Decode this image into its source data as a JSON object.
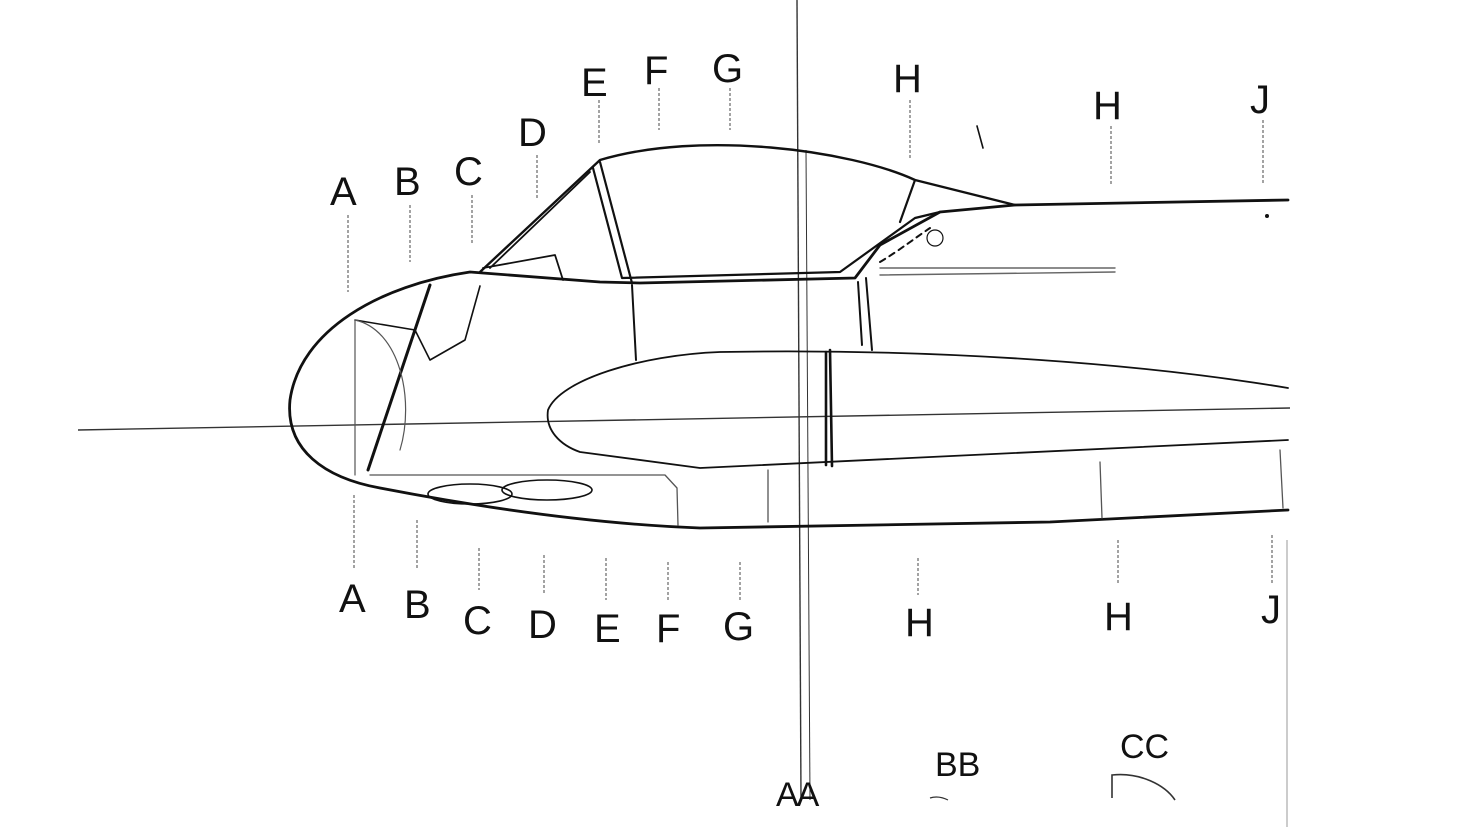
{
  "colors": {
    "ink": "#111111",
    "paper": "#ffffff",
    "faint": "#888888"
  },
  "top_labels": [
    "A",
    "B",
    "C",
    "D",
    "E",
    "F",
    "G",
    "H",
    "H",
    "J"
  ],
  "bottom_labels": [
    "A",
    "B",
    "C",
    "D",
    "E",
    "F",
    "G",
    "H",
    "H",
    "J"
  ],
  "view_labels": [
    "AA",
    "BB",
    "CC"
  ]
}
